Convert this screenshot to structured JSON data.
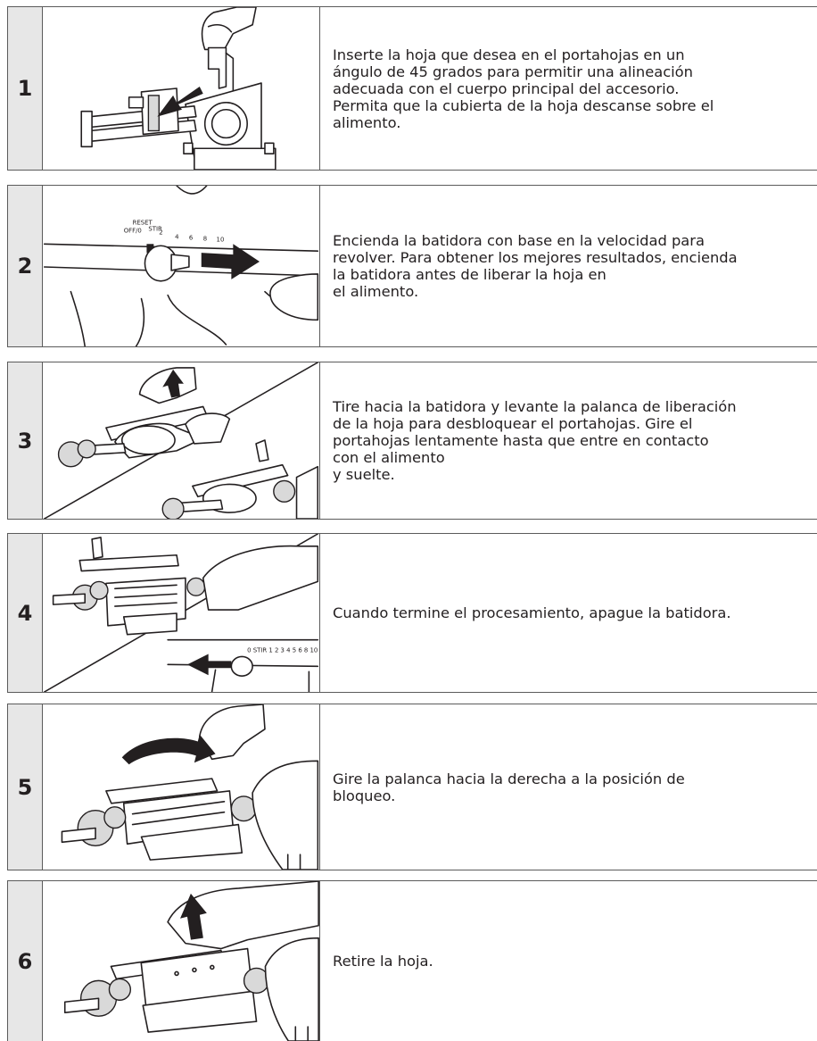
{
  "steps": [
    {
      "number": "1",
      "text": "Inserte la hoja que desea en el portahojas en un\nángulo de 45 grados para permitir una alineación\nadecuada con el cuerpo principal del accesorio.\nPermita que la cubierta de la hoja descanse sobre el\nalimento."
    },
    {
      "number": "2",
      "text": "Encienda la batidora con base en la velocidad para\nrevolver. Para obtener los mejores resultados, encienda\nla batidora antes de liberar la hoja en\nel alimento.",
      "dial_labels": {
        "reset": "RESET",
        "off": "OFF/0",
        "stir": "STIR",
        "s2": "2",
        "s4": "4",
        "s6": "6",
        "s8": "8",
        "s10": "10"
      }
    },
    {
      "number": "3",
      "text": "Tire hacia la batidora y levante la palanca de liberación\nde la hoja para desbloquear el portahojas. Gire el\nportahojas lentamente hasta que entre en contacto\ncon el alimento\ny suelte."
    },
    {
      "number": "4",
      "text": "Cuando termine el procesamiento, apague la batidora.",
      "dial_labels": {
        "scale": "0 STIR 1 2 3 4 5 6 8 10"
      }
    },
    {
      "number": "5",
      "text": "Gire la palanca hacia la derecha a la posición de\nbloqueo."
    },
    {
      "number": "6",
      "text": "Retire la hoja."
    }
  ]
}
